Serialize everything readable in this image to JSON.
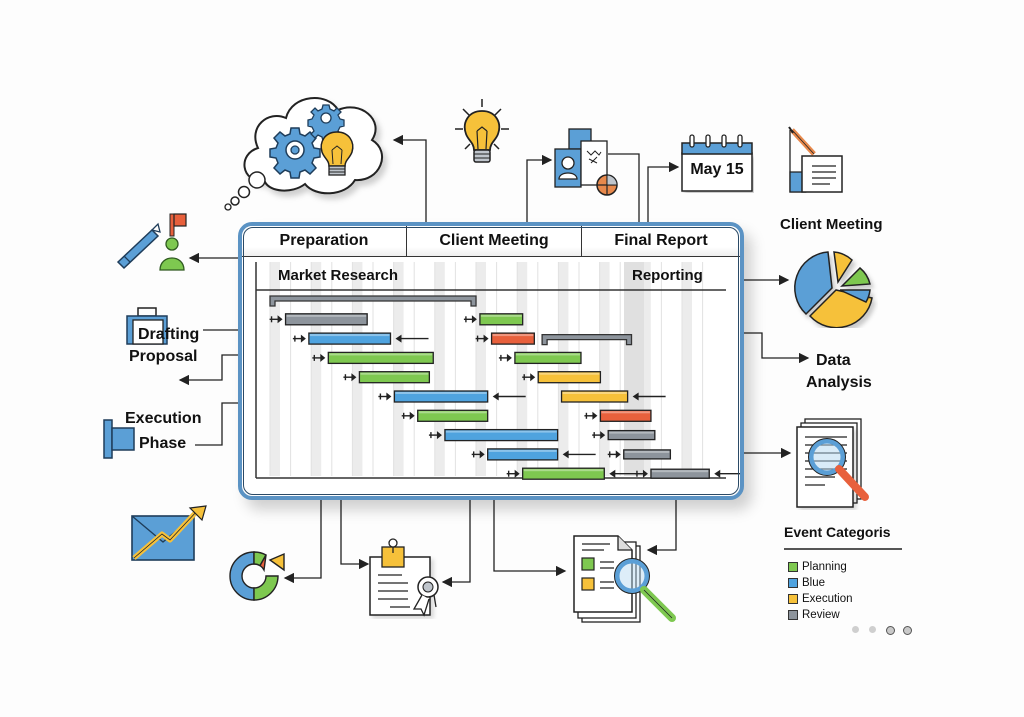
{
  "gantt": {
    "phases": [
      "Preparation",
      "Client Meeting",
      "Final Report"
    ],
    "sub_left": "Market Research",
    "sub_right": "Reporting",
    "tasks": [
      {
        "category": "Review",
        "kind": "summary",
        "start": 0.0,
        "end": 0.53,
        "row": 0
      },
      {
        "category": "Review",
        "start": 0.04,
        "end": 0.25,
        "row": 1,
        "arrow_in": "right"
      },
      {
        "category": "Planning",
        "start": 0.54,
        "end": 0.65,
        "row": 1,
        "arrow_in": "right"
      },
      {
        "category": "Blue",
        "start": 0.1,
        "end": 0.31,
        "row": 2,
        "arrow_in": "right",
        "arrow_from_right": true
      },
      {
        "category": "Critical",
        "start": 0.57,
        "end": 0.68,
        "row": 2,
        "arrow_in": "right"
      },
      {
        "category": "Review",
        "kind": "summary",
        "start": 0.7,
        "end": 0.93,
        "row": 2
      },
      {
        "category": "Planning",
        "start": 0.15,
        "end": 0.42,
        "row": 3,
        "arrow_in": "right"
      },
      {
        "category": "Planning",
        "start": 0.63,
        "end": 0.8,
        "row": 3,
        "arrow_in": "right"
      },
      {
        "category": "Planning",
        "start": 0.23,
        "end": 0.41,
        "row": 4,
        "arrow_in": "right"
      },
      {
        "category": "Execution",
        "start": 0.69,
        "end": 0.85,
        "row": 4,
        "arrow_in": "right"
      },
      {
        "category": "Blue",
        "start": 0.32,
        "end": 0.56,
        "row": 5,
        "arrow_in": "right",
        "arrow_from_right": true
      },
      {
        "category": "Execution",
        "start": 0.75,
        "end": 0.92,
        "row": 5,
        "arrow_from_right": true
      },
      {
        "category": "Planning",
        "start": 0.38,
        "end": 0.56,
        "row": 6,
        "arrow_in": "right"
      },
      {
        "category": "Critical",
        "start": 0.85,
        "end": 0.98,
        "row": 6,
        "arrow_in": "right"
      },
      {
        "category": "Blue",
        "start": 0.45,
        "end": 0.74,
        "row": 7,
        "arrow_in": "right"
      },
      {
        "category": "Review",
        "start": 0.87,
        "end": 0.99,
        "row": 7,
        "arrow_in": "right"
      },
      {
        "category": "Blue",
        "start": 0.56,
        "end": 0.74,
        "row": 8,
        "arrow_in": "right",
        "arrow_from_right": true
      },
      {
        "category": "Review",
        "start": 0.91,
        "end": 1.03,
        "row": 8,
        "arrow_in": "right"
      },
      {
        "category": "Planning",
        "start": 0.65,
        "end": 0.86,
        "row": 9,
        "arrow_in": "right",
        "arrow_from_right": true
      },
      {
        "category": "Review",
        "start": 0.98,
        "end": 1.13,
        "row": 9,
        "arrow_in": "right",
        "arrow_from_right": true
      }
    ],
    "colors": {
      "Planning": "#7ec850",
      "Blue": "#4fa3df",
      "Execution": "#f6c13a",
      "Review": "#8d949c",
      "Critical": "#e8603c"
    }
  },
  "labels": {
    "client_meeting": "Client Meeting",
    "data_analysis_1": "Data",
    "data_analysis_2": "Analysis",
    "drafting_1": "Drafting",
    "drafting_2": "Proposal",
    "execution_1": "Execution",
    "execution_2": "Phase",
    "calendar_date": "May 15"
  },
  "legend": {
    "title": "Event Categoris",
    "items": [
      {
        "label": "Planning",
        "color": "#7ec850"
      },
      {
        "label": "Blue",
        "color": "#4fa3df"
      },
      {
        "label": "Execution",
        "color": "#f6c13a"
      },
      {
        "label": "Review",
        "color": "#8d949c"
      }
    ]
  },
  "pagination": {
    "total": 4,
    "active": [
      2,
      3
    ]
  },
  "icons": {
    "thought_cloud": "thought-cloud-gears-bulb-icon",
    "lightbulb": "lightbulb-icon",
    "profile_docs": "profile-documents-icon",
    "calendar": "calendar-icon",
    "pencil_doc": "pencil-document-icon",
    "pie_chart": "pie-chart-icon",
    "search_docs": "document-search-icon",
    "pencil_user": "pencil-user-flag-icon",
    "briefcase": "briefcase-icon",
    "flag_block": "flag-block-icon",
    "email_growth": "email-growth-icon",
    "donut_chart": "donut-chart-icon",
    "certificate": "certificate-document-icon",
    "checklist_search": "checklist-search-icon"
  }
}
